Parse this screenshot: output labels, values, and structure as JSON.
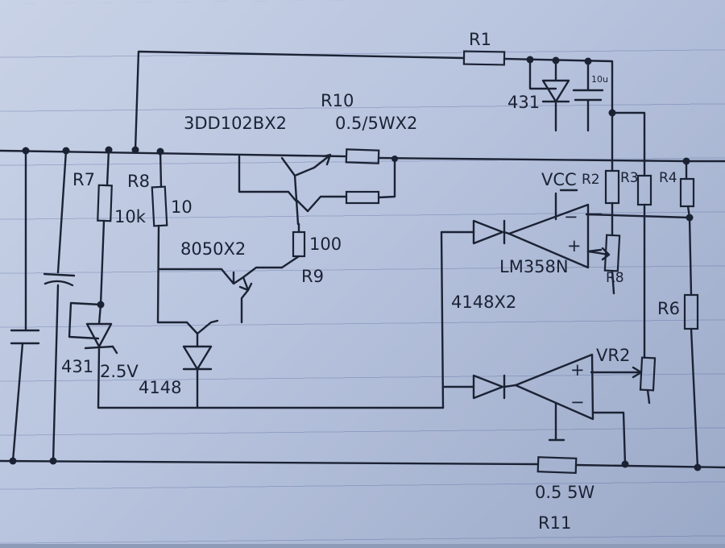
{
  "labels": {
    "r1": "R1",
    "r7": "R7",
    "r8": "R8",
    "r10": "R10",
    "r10_rating": "0.5/5WX2",
    "q_main": "3DD102BX2",
    "r8_value": "10",
    "r7_value": "10k",
    "r9_value": "100",
    "r9": "R9",
    "q_driver": "8050X2",
    "ref_431_left": "431",
    "ref_voltage": "2.5V",
    "diode_4148": "4148",
    "ref_431_top": "431",
    "cap_10u": "10u",
    "vcc": "VCC",
    "r2": "R2",
    "r3": "R3",
    "r4": "R4",
    "opamp": "LM358N",
    "r8_trim": "R8",
    "diodes_4148x2": "4148X2",
    "r6": "R6",
    "vr2": "VR2",
    "r11_rating": "0.5 5W",
    "r11": "R11",
    "minus_top": "−",
    "plus_top": "+",
    "plus_bottom": "+",
    "minus_bottom": "−"
  }
}
